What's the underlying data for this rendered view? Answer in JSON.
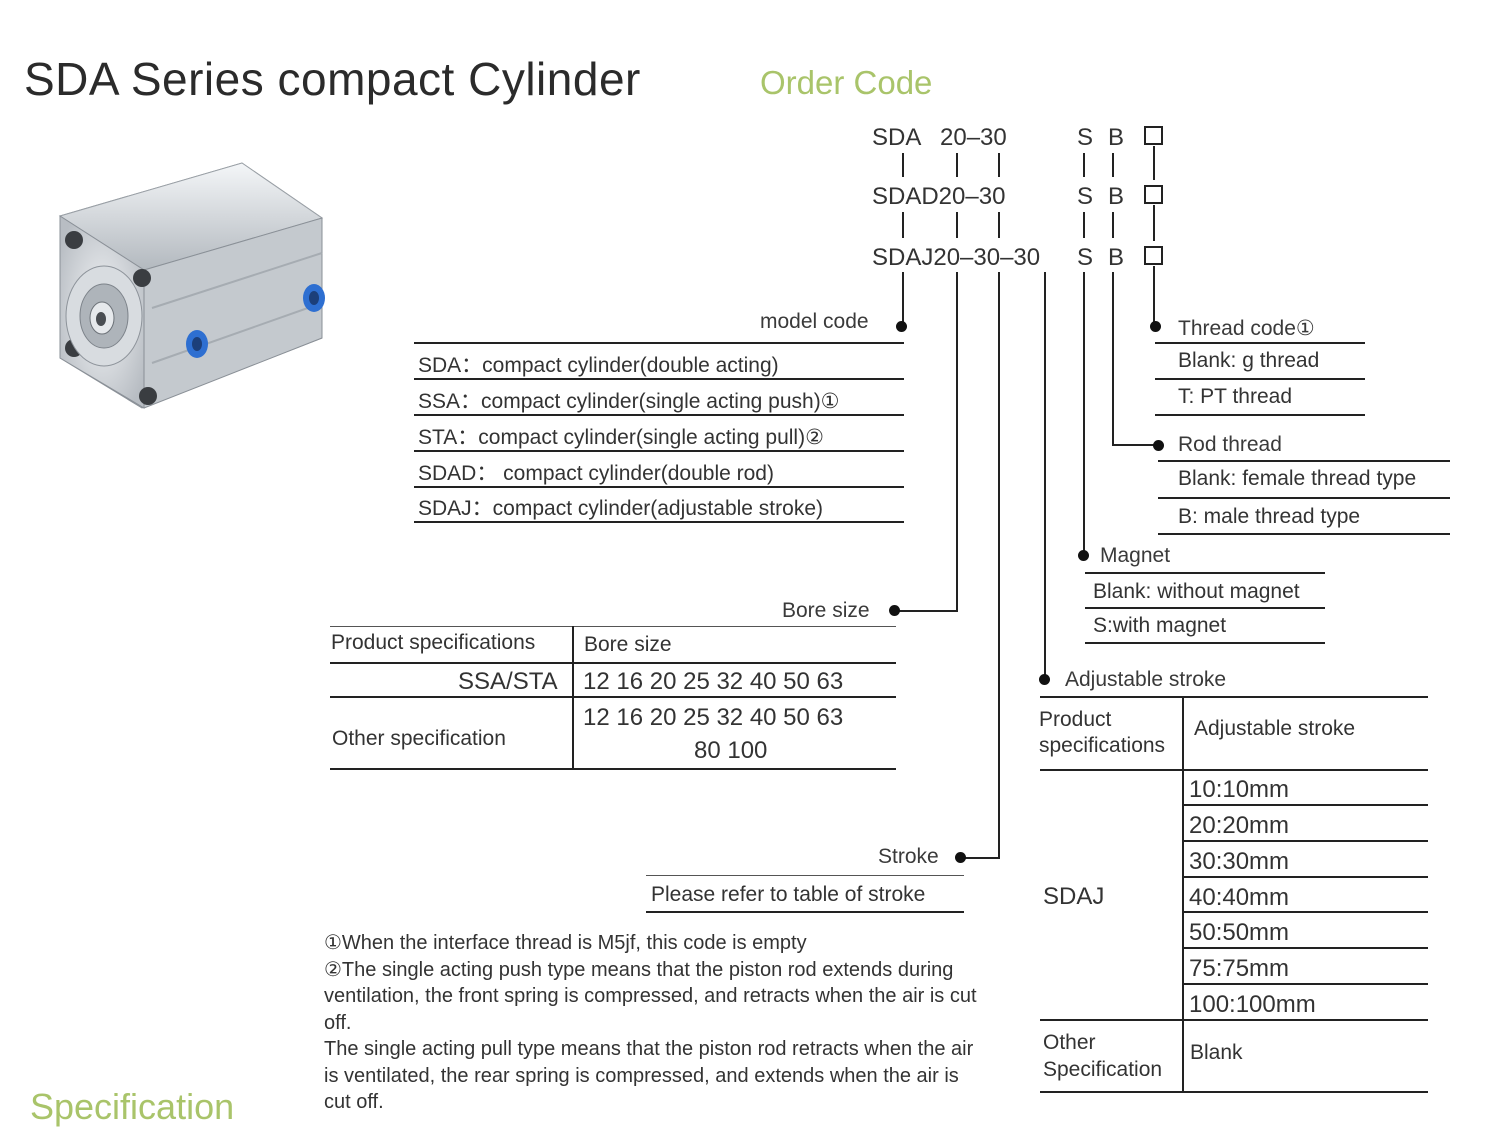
{
  "title": "SDA Series compact Cylinder",
  "subtitle": "Order Code",
  "footer_label": "Specification",
  "order_codes": [
    {
      "model": "SDA",
      "size": "20–30",
      "magnet": "S",
      "rod": "B"
    },
    {
      "model": "SDAD20–30",
      "magnet": "S",
      "rod": "B"
    },
    {
      "model": "SDAJ20–30–30",
      "magnet": "S",
      "rod": "B"
    }
  ],
  "model_code": {
    "label": "model code",
    "items": [
      "SDA：compact cylinder(double acting)",
      "SSA：compact cylinder(single acting push)①",
      "STA：compact cylinder(single acting pull)②",
      "SDAD： compact cylinder(double rod)",
      "SDAJ：compact cylinder(adjustable stroke)"
    ]
  },
  "bore_size": {
    "label": "Bore size",
    "headers": [
      "Product specifications",
      "Bore size"
    ],
    "rows": [
      {
        "spec": "SSA/STA",
        "values": "12 16 20 25 32 40 50 63"
      },
      {
        "spec": "Other specification",
        "values": "12 16 20 25 32 40 50 63",
        "values2": "80 100"
      }
    ]
  },
  "stroke": {
    "label": "Stroke",
    "note": "Please refer to table of stroke"
  },
  "thread_code": {
    "label": "Thread code①",
    "items": [
      "Blank: g thread",
      "T: PT thread"
    ]
  },
  "rod_thread": {
    "label": "Rod thread",
    "items": [
      "Blank: female thread type",
      "B: male thread type"
    ]
  },
  "magnet": {
    "label": "Magnet",
    "items": [
      "Blank: without magnet",
      "S:with magnet"
    ]
  },
  "adjustable_stroke": {
    "label": "Adjustable stroke",
    "headers": [
      "Product specifications",
      "Adjustable stroke"
    ],
    "sdaj_label": "SDAJ",
    "sdaj_values": [
      "10:10mm",
      "20:20mm",
      "30:30mm",
      "40:40mm",
      "50:50mm",
      "75:75mm",
      "100:100mm"
    ],
    "other_label": "Other Specification",
    "other_value": "Blank"
  },
  "notes": [
    "①When the interface thread is M5jf, this code is empty",
    "②The single acting push type means that the piston rod extends during ventilation, the front spring is compressed, and retracts when the air is cut off.",
    "The single acting pull type means that the piston rod retracts when the air is ventilated, the rear spring is compressed, and extends when the air is cut off."
  ],
  "colors": {
    "accent": "#a9c46a",
    "text": "#333333",
    "fitting": "#2e6fd1"
  }
}
